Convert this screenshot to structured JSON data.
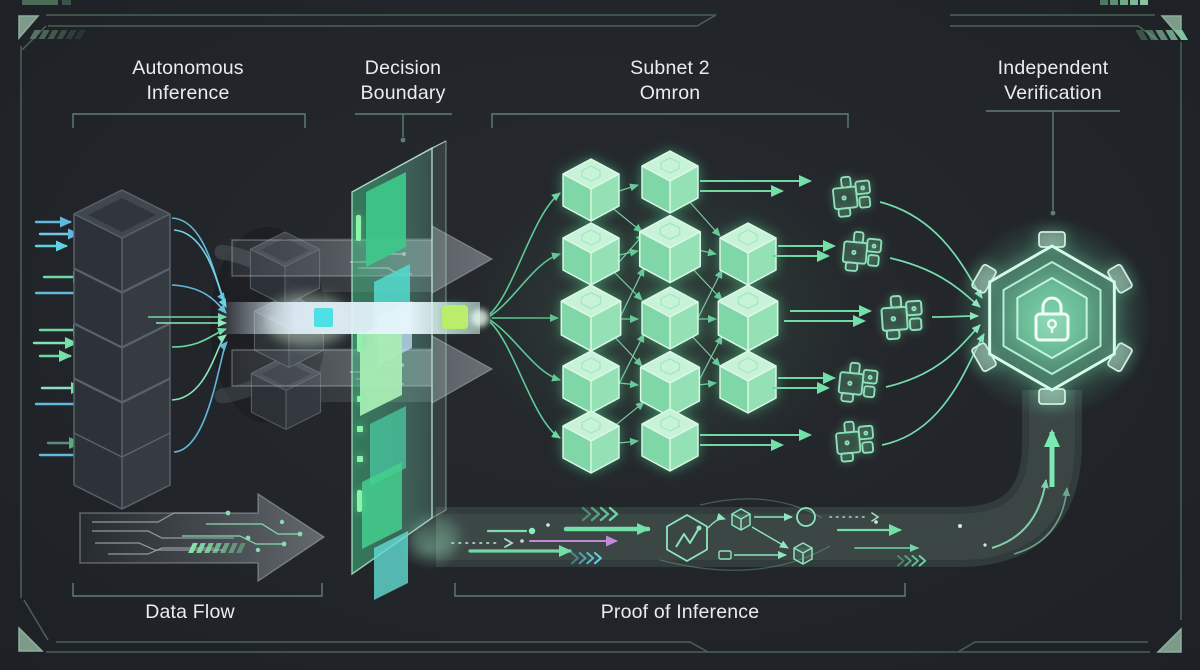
{
  "page": {
    "type": "inference-verification-diagram",
    "background": "#22262a"
  },
  "stages": {
    "autonomous_inference": {
      "line1": "Autonomous",
      "line2": "Inference"
    },
    "decision_boundary": {
      "line1": "Decision",
      "line2": "Boundary"
    },
    "subnet": {
      "line1": "Subnet 2",
      "line2": "Omron"
    },
    "independent_verification": {
      "line1": "Independent",
      "line2": "Verification"
    }
  },
  "footer": {
    "data_flow": "Data Flow",
    "proof_of_inference": "Proof of Inference"
  },
  "icons": {
    "input_stack": "layer-cubes-icon",
    "funnel": "funnel-cubes-icon",
    "decision_panel": "glass-panel-icon",
    "network": "cube-network-icon",
    "proof_nodes": "puzzle-block-icon",
    "verification": "hex-shield-icon",
    "lock": "padlock-icon",
    "data_flow_arrow": "block-arrow-icon",
    "proof_pipeline": "flow-pipe-icon",
    "chart_node": "hexagon-chart-icon"
  },
  "colors": {
    "background": "#22262a",
    "label_text": "#eaedef",
    "accent_green": "#6fe0a8",
    "accent_mint": "#8ef0c4",
    "accent_cyan": "#56d3dc",
    "accent_lime": "#bcec6c",
    "accent_blue": "#62b8dc",
    "accent_purple": "#c289d9",
    "frame_green": "#4a6254",
    "bracket_green": "#5d8070",
    "cube_dark": "#343a40",
    "panel_green": "#3ec98a"
  }
}
